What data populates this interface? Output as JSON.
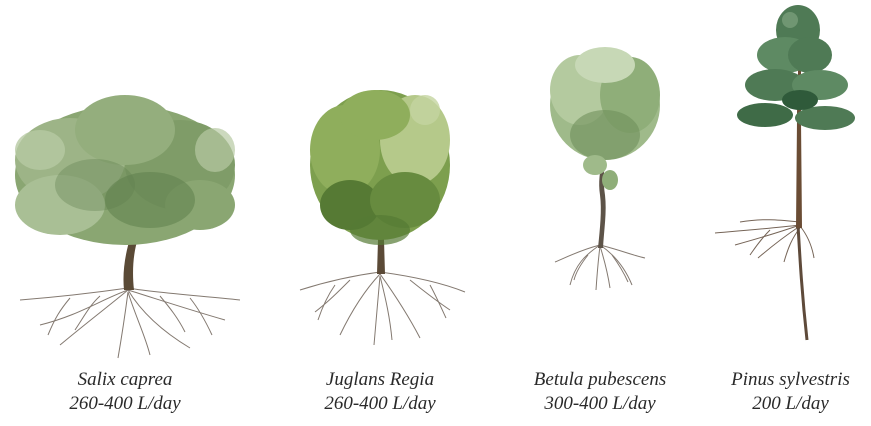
{
  "trees": [
    {
      "name": "Salix caprea",
      "water": "260-400 L/day",
      "icon": "willow-tree-illustration",
      "colors": {
        "foliage": "#8aa672",
        "foliage_dark": "#5f7f4c",
        "foliage_light": "#b7c9a3",
        "trunk": "#5a4a36",
        "roots": "#6e6258"
      }
    },
    {
      "name": "Juglans Regia",
      "water": "260-400 L/day",
      "icon": "walnut-tree-illustration",
      "colors": {
        "foliage": "#7d9f4e",
        "foliage_dark": "#567a34",
        "foliage_light": "#b5c98a",
        "trunk": "#5b4a37",
        "roots": "#6e6258"
      }
    },
    {
      "name": "Betula pubescens",
      "water": "300-400 L/day",
      "icon": "birch-tree-illustration",
      "colors": {
        "foliage": "#9fba8a",
        "foliage_dark": "#6f8f5b",
        "foliage_light": "#c7d8b6",
        "trunk": "#5d5348",
        "roots": "#6e6258"
      }
    },
    {
      "name": "Pinus sylvestris",
      "water": "200 L/day",
      "icon": "pine-tree-illustration",
      "colors": {
        "foliage": "#4f7a55",
        "foliage_dark": "#2f5a3a",
        "foliage_light": "#7fa37f",
        "trunk": "#6a4c34",
        "roots": "#5e4a3a"
      }
    }
  ]
}
